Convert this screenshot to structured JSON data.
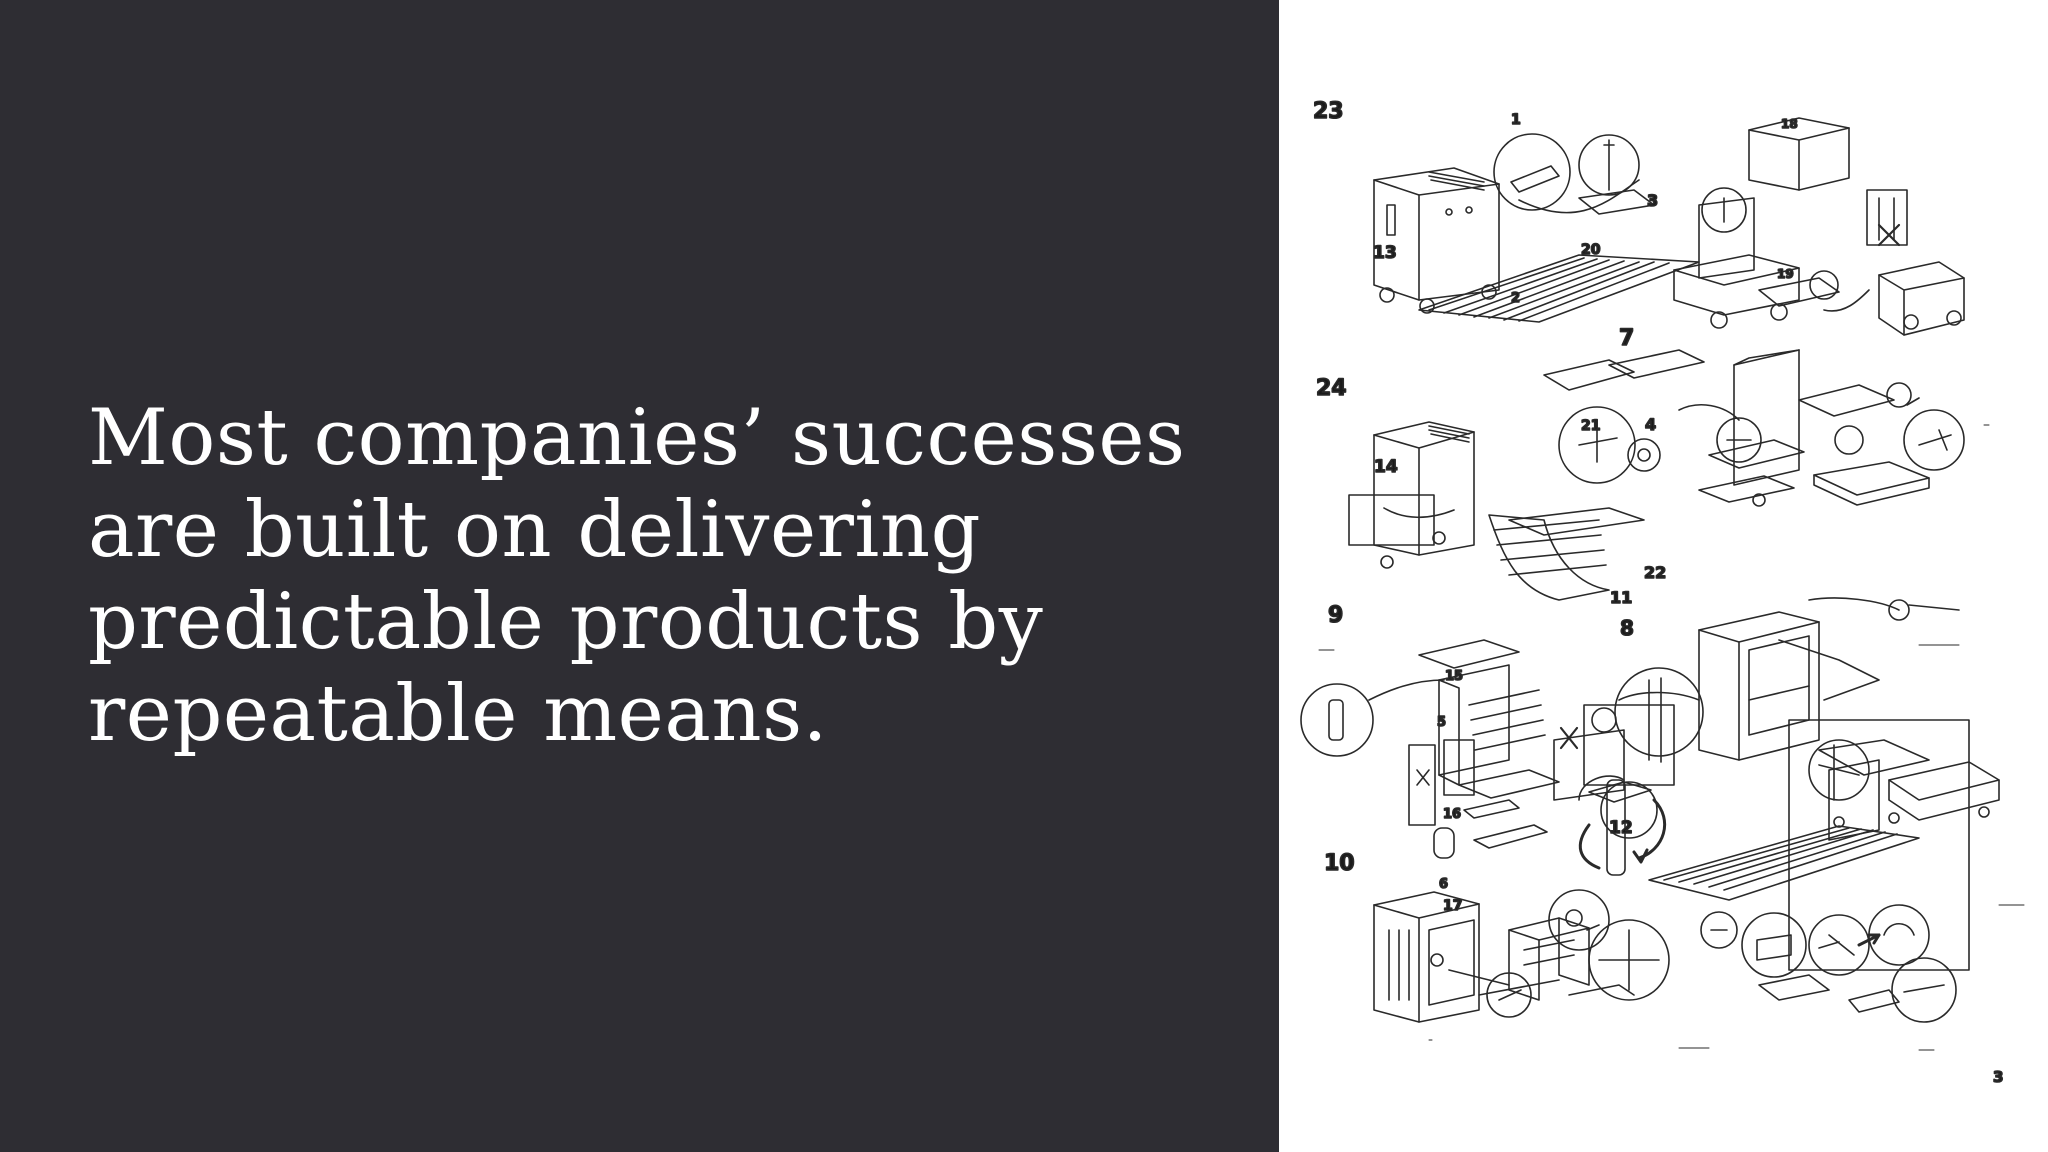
{
  "slide": {
    "headline_lines": [
      "Most companies’ successes",
      "are built on delivering",
      "predictable products by",
      "repeatable means."
    ]
  },
  "diagram": {
    "step_numbers": [
      "23",
      "24",
      "9",
      "10",
      "3"
    ],
    "part_labels": [
      "1",
      "18",
      "13",
      "20",
      "2",
      "3",
      "19",
      "7",
      "21",
      "4",
      "14",
      "22",
      "11",
      "8",
      "15",
      "5",
      "16",
      "12",
      "6",
      "17"
    ]
  },
  "colors": {
    "left_background": "#2e2d33",
    "right_background": "#ffffff",
    "text": "#ffffff",
    "line_art": "#2a2a2a"
  }
}
